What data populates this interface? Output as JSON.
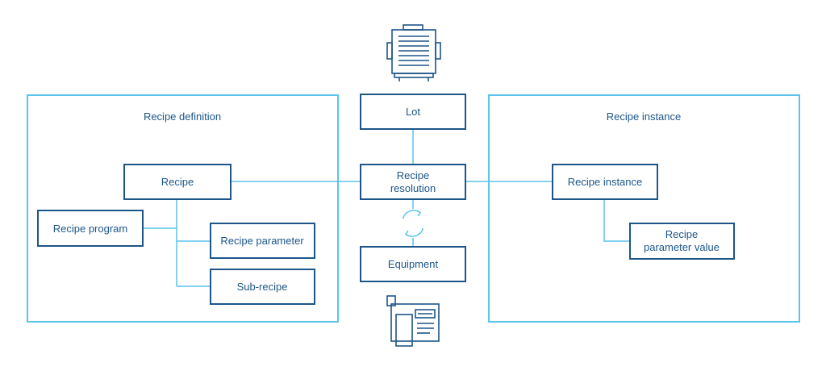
{
  "sections": {
    "definition": {
      "title": "Recipe definition"
    },
    "instance": {
      "title": "Recipe instance"
    }
  },
  "nodes": {
    "lot": {
      "label": "Lot"
    },
    "resolution": {
      "line1": "Recipe",
      "line2": "resolution"
    },
    "equipment": {
      "label": "Equipment"
    },
    "recipe": {
      "label": "Recipe"
    },
    "recipe_program": {
      "label": "Recipe program"
    },
    "recipe_parameter": {
      "label": "Recipe parameter"
    },
    "sub_recipe": {
      "label": "Sub-recipe"
    },
    "recipe_instance": {
      "label": "Recipe instance"
    },
    "param_value": {
      "line1": "Recipe",
      "line2": "parameter value"
    }
  },
  "icons": {
    "top": "lot-container-icon",
    "bottom": "equipment-machine-icon",
    "cycle": "cycle-arrows-icon"
  },
  "colors": {
    "box_border": "#1d5589",
    "text": "#1d5589",
    "frame": "#5bc4ea",
    "connector": "#5bc4ea"
  }
}
